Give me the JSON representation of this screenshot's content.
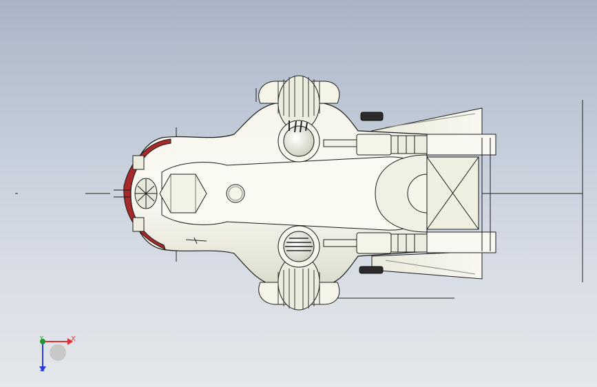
{
  "viewport": {
    "background_top": "#a9b5c6",
    "background_bottom": "#e4e7eb"
  },
  "model": {
    "body_fill": "#efefe4",
    "edge_color": "#1a1a1a",
    "accent_red": "#a62a2a",
    "shade": "#d7d7c8"
  },
  "triad": {
    "x_label": "X",
    "y_label": "Y",
    "z_label": "Z",
    "x_color": "#e03030",
    "y_color": "#1a9a30",
    "z_color": "#2a3ae0"
  }
}
